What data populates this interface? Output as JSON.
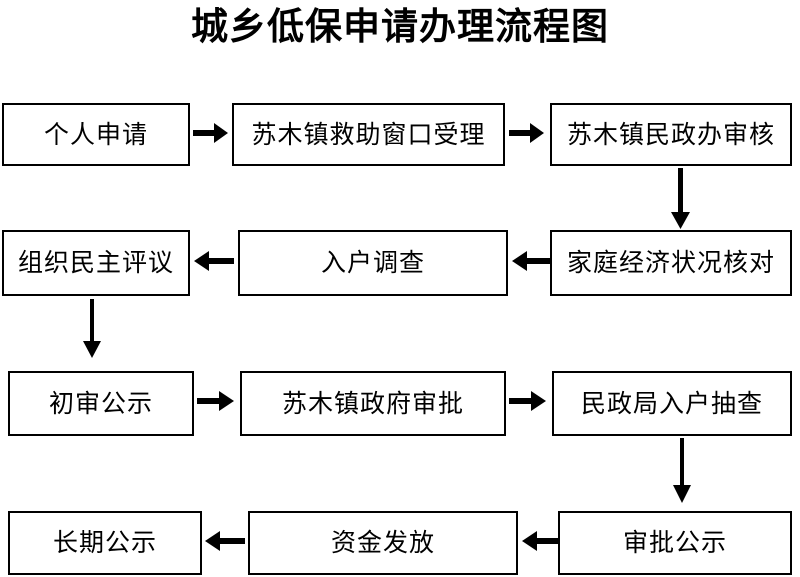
{
  "title": "城乡低保申请办理流程图",
  "flow": {
    "rows": [
      {
        "id": "row-1",
        "direction": "left-to-right",
        "nodes": [
          {
            "id": "r1c1",
            "label": "个人申请"
          },
          {
            "id": "r1c2",
            "label": "苏木镇救助窗口受理"
          },
          {
            "id": "r1c3",
            "label": "苏木镇民政办审核"
          }
        ]
      },
      {
        "id": "row-2",
        "direction": "right-to-left",
        "nodes": [
          {
            "id": "r2c1",
            "label": "组织民主评议"
          },
          {
            "id": "r2c2",
            "label": "入户调查"
          },
          {
            "id": "r2c3",
            "label": "家庭经济状况核对"
          }
        ]
      },
      {
        "id": "row-3",
        "direction": "left-to-right",
        "nodes": [
          {
            "id": "r3c1",
            "label": "初审公示"
          },
          {
            "id": "r3c2",
            "label": "苏木镇政府审批"
          },
          {
            "id": "r3c3",
            "label": "民政局入户抽查"
          }
        ]
      },
      {
        "id": "row-4",
        "direction": "right-to-left",
        "nodes": [
          {
            "id": "r4c1",
            "label": "长期公示"
          },
          {
            "id": "r4c2",
            "label": "资金发放"
          },
          {
            "id": "r4c3",
            "label": "审批公示"
          }
        ]
      }
    ],
    "connectors": [
      {
        "id": "arrow-r1-a",
        "from": "r1c1",
        "to": "r1c2",
        "direction": "right"
      },
      {
        "id": "arrow-r1-b",
        "from": "r1c2",
        "to": "r1c3",
        "direction": "right"
      },
      {
        "id": "arrow-v-r1c3",
        "from": "r1c3",
        "to": "r2c3",
        "direction": "down"
      },
      {
        "id": "arrow-r2-b",
        "from": "r2c3",
        "to": "r2c2",
        "direction": "left"
      },
      {
        "id": "arrow-r2-a",
        "from": "r2c2",
        "to": "r2c1",
        "direction": "left"
      },
      {
        "id": "arrow-v-r2c1",
        "from": "r2c1",
        "to": "r3c1",
        "direction": "down"
      },
      {
        "id": "arrow-r3-a",
        "from": "r3c1",
        "to": "r3c2",
        "direction": "right"
      },
      {
        "id": "arrow-r3-b",
        "from": "r3c2",
        "to": "r3c3",
        "direction": "right"
      },
      {
        "id": "arrow-v-r3c3",
        "from": "r3c3",
        "to": "r4c3",
        "direction": "down"
      },
      {
        "id": "arrow-r4-b",
        "from": "r4c3",
        "to": "r4c2",
        "direction": "left"
      },
      {
        "id": "arrow-r4-a",
        "from": "r4c2",
        "to": "r4c1",
        "direction": "left"
      }
    ]
  },
  "colors": {
    "background": "#ffffff",
    "text": "#000000",
    "box_border": "#000000",
    "arrow": "#000000"
  }
}
